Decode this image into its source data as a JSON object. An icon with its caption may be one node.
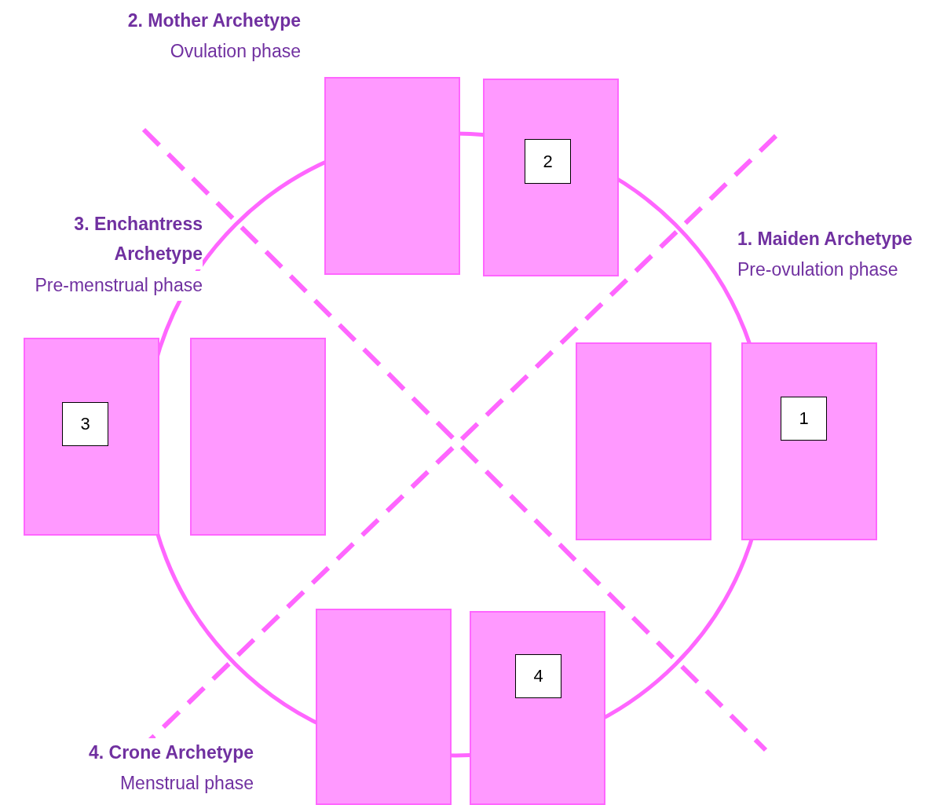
{
  "diagram": {
    "nodes": [
      {
        "text": [],
        "shape": "box"
      },
      {
        "text": [],
        "shape": "box"
      },
      {
        "text": [
          "2"
        ],
        "in": 1
      },
      {
        "text": [],
        "shape": "box"
      },
      {
        "text": [
          "3"
        ],
        "in": 3
      },
      {
        "text": [],
        "shape": "box"
      },
      {
        "text": [],
        "shape": "box"
      },
      {
        "text": [],
        "shape": "box"
      },
      {
        "text": [
          "1"
        ],
        "in": 7
      },
      {
        "text": [],
        "shape": "box"
      },
      {
        "text": [],
        "shape": "box"
      },
      {
        "text": [
          "4"
        ],
        "in": 10
      }
    ],
    "labels": [
      "2. Mother Archetype",
      "Ovulation phase",
      "3. Enchantress Archetype",
      "Pre-menstrual phase",
      "1. Maiden Archetype",
      "Pre-ovulation phase",
      "4. Crone Archetype",
      "Menstrual phase"
    ]
  }
}
